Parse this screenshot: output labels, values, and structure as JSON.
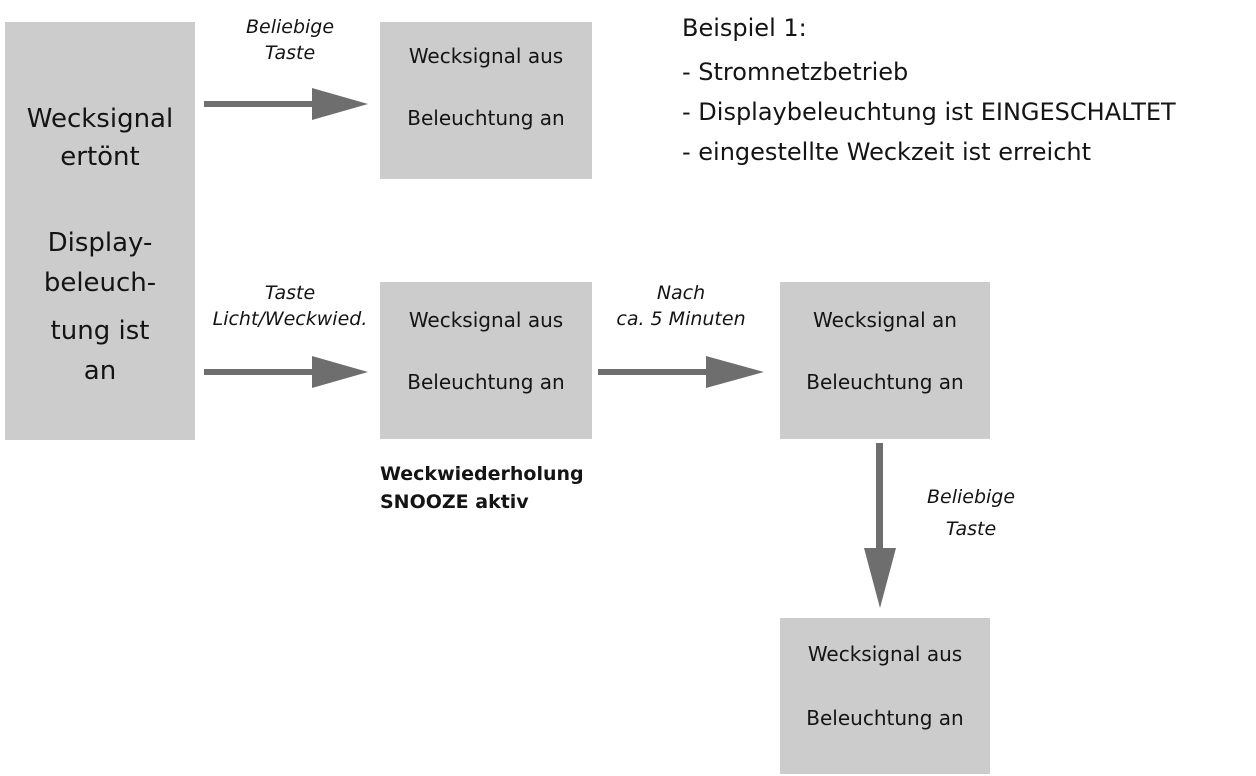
{
  "legend": {
    "title": "Beispiel 1:",
    "items": [
      "- Stromnetzbetrieb",
      "- Displaybeleuchtung ist EINGESCHALTET",
      "- eingestellte Weckzeit ist erreicht"
    ]
  },
  "start": {
    "line1": "Wecksignal",
    "line2": "ertönt",
    "line3": "Display-",
    "line4": "beleuch-",
    "line5": "tung ist",
    "line6": "an"
  },
  "box_top": {
    "line1": "Wecksignal aus",
    "line2": "Beleuchtung an"
  },
  "box_snooze": {
    "line1": "Wecksignal aus",
    "line2": "Beleuchtung an"
  },
  "box_ringing": {
    "line1": "Wecksignal an",
    "line2": "Beleuchtung an"
  },
  "box_bottom": {
    "line1": "Wecksignal aus",
    "line2": "Beleuchtung an"
  },
  "edges": {
    "any_key_top": {
      "line1": "Beliebige",
      "line2": "Taste"
    },
    "light_key": {
      "line1": "Taste",
      "line2": "Licht/Weckwied."
    },
    "after_5min": {
      "line1": "Nach",
      "line2": "ca. 5 Minuten"
    },
    "any_key_down": {
      "line1": "Beliebige",
      "line2": "Taste"
    }
  },
  "snooze_note": {
    "line1": "Weckwiederholung",
    "line2": "SNOOZE aktiv"
  },
  "colors": {
    "box_fill": "#cccccc",
    "arrow": "#6e6e6e",
    "text": "#141414"
  }
}
